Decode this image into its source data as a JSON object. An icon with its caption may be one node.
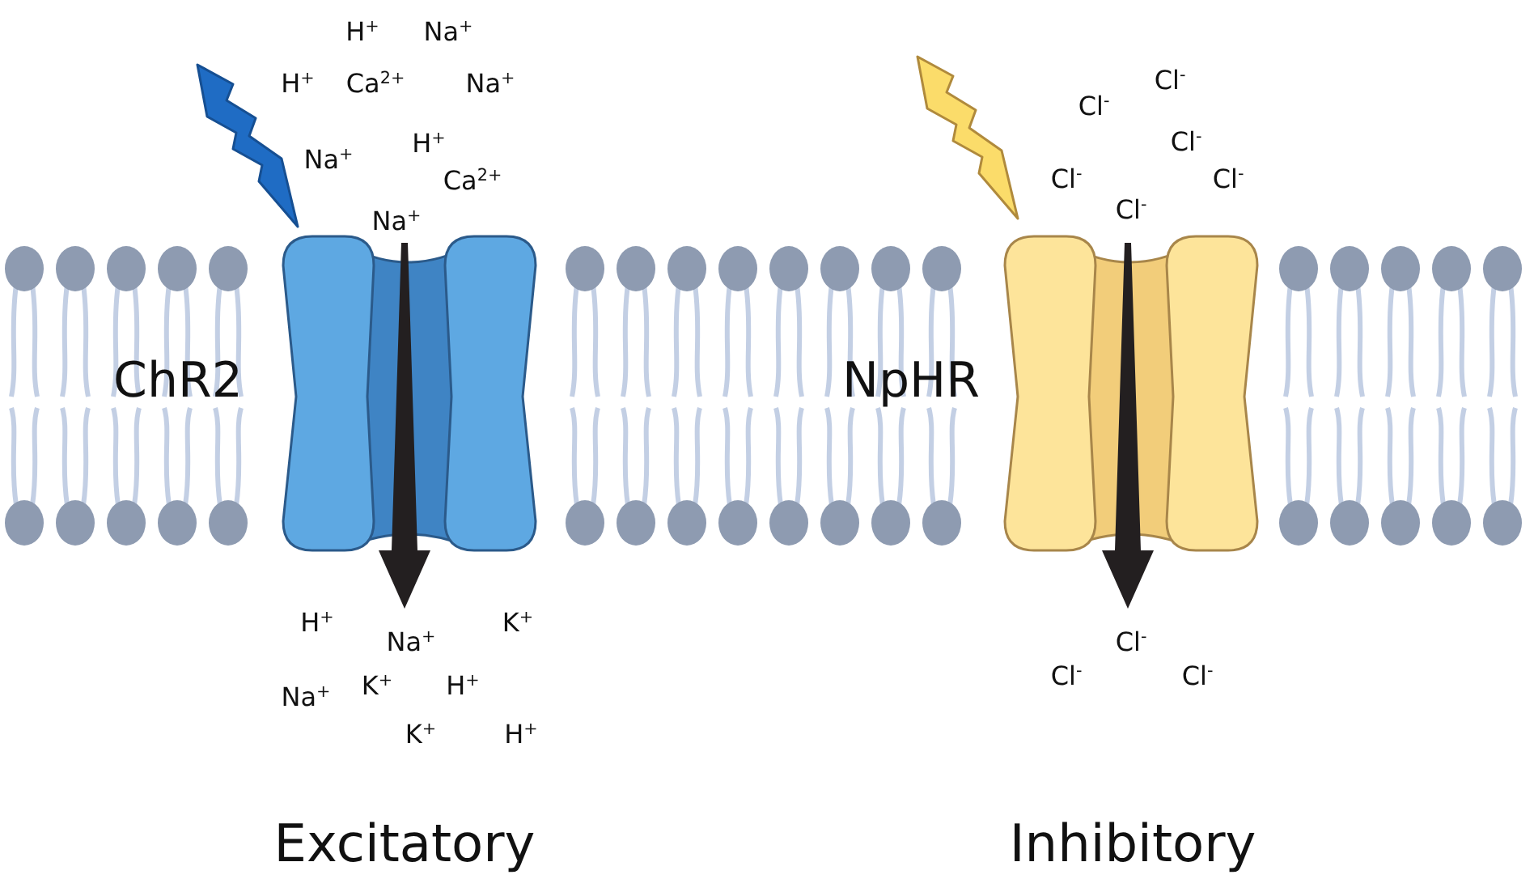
{
  "diagram": {
    "labels": [
      "H$^{+}$",
      "Na$^{+}$",
      "H$^{+}$",
      "Ca$^{2+}$",
      "Na$^{+}$",
      "Na$^{+}$",
      "H$^{+}$",
      "Ca$^{2+}$",
      "Na$^{+}$",
      "Cl$^{-}$",
      "Cl$^{-}$",
      "Cl$^{-}$",
      "Cl$^{-}$",
      "Cl$^{-}$",
      "Cl$^{-}$",
      "ChR2",
      "NpHR",
      "H$^{+}$",
      "Na$^{+}$",
      "K$^{+}$",
      "Na$^{+}$",
      "K$^{+}$",
      "H$^{+}$",
      "K$^{+}$",
      "H$^{+}$",
      "Cl$^{-}$",
      "Cl$^{-}$",
      "Cl$^{-}$",
      "Excitatory",
      "Inhibitory"
    ]
  }
}
